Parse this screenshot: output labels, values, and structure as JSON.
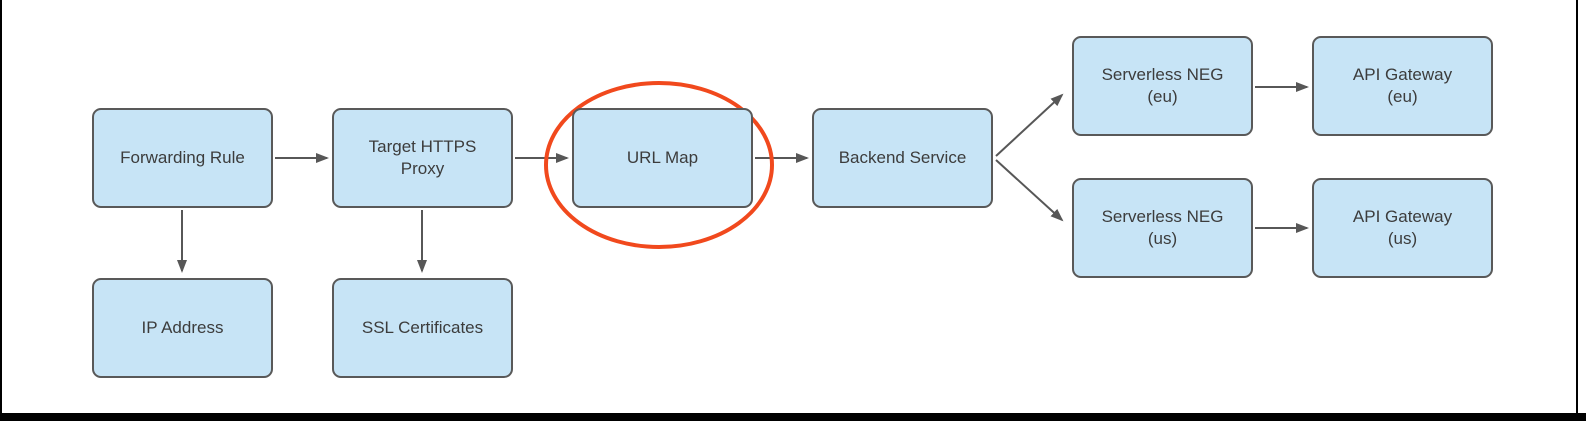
{
  "diagram": {
    "type": "flow-diagram",
    "nodes": {
      "forwarding_rule": {
        "label": "Forwarding Rule"
      },
      "target_https_proxy": {
        "label": "Target HTTPS\nProxy"
      },
      "url_map": {
        "label": "URL Map",
        "highlighted": true
      },
      "backend_service": {
        "label": "Backend Service"
      },
      "serverless_neg_eu": {
        "label": "Serverless NEG\n(eu)"
      },
      "api_gateway_eu": {
        "label": "API Gateway\n(eu)"
      },
      "serverless_neg_us": {
        "label": "Serverless NEG\n(us)"
      },
      "api_gateway_us": {
        "label": "API Gateway\n(us)"
      },
      "ip_address": {
        "label": "IP Address"
      },
      "ssl_certificates": {
        "label": "SSL Certificates"
      }
    },
    "edges": [
      {
        "from": "forwarding_rule",
        "to": "target_https_proxy"
      },
      {
        "from": "forwarding_rule",
        "to": "ip_address"
      },
      {
        "from": "target_https_proxy",
        "to": "url_map"
      },
      {
        "from": "target_https_proxy",
        "to": "ssl_certificates"
      },
      {
        "from": "url_map",
        "to": "backend_service"
      },
      {
        "from": "backend_service",
        "to": "serverless_neg_eu"
      },
      {
        "from": "backend_service",
        "to": "serverless_neg_us"
      },
      {
        "from": "serverless_neg_eu",
        "to": "api_gateway_eu"
      },
      {
        "from": "serverless_neg_us",
        "to": "api_gateway_us"
      }
    ],
    "annotation": {
      "shape": "ellipse",
      "around": "url_map",
      "color": "#F1491D"
    },
    "colors": {
      "node_fill": "#C7E4F6",
      "node_border": "#595959",
      "node_text": "#3C3C3C",
      "arrow": "#575757",
      "highlight": "#F1491D",
      "frame": "#000000"
    }
  }
}
